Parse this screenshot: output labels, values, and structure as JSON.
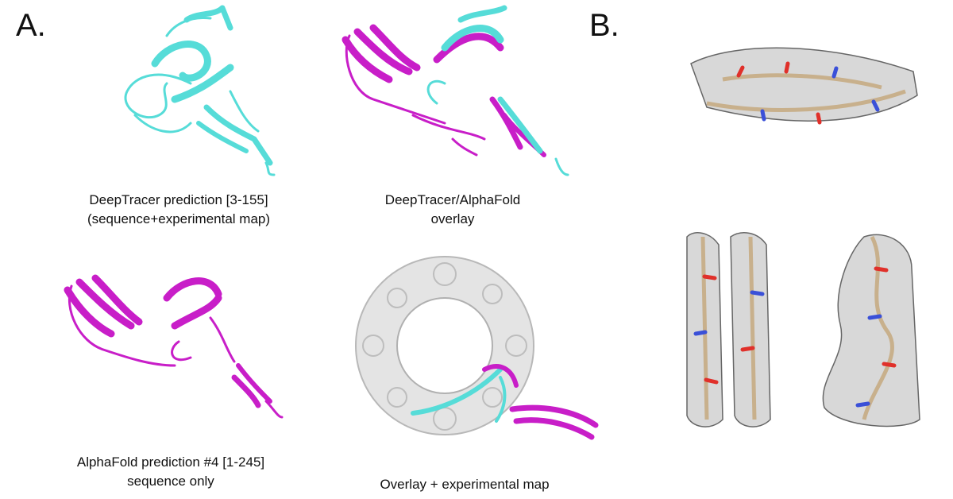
{
  "panel_a": {
    "label": "A.",
    "captions": {
      "deeptracer": [
        "DeepTracer prediction [3-155]",
        "(sequence+experimental map)"
      ],
      "overlay": [
        "DeepTracer/AlphaFold",
        "overlay"
      ],
      "alphafold": [
        "AlphaFold prediction #4 [1-245]",
        "sequence only"
      ],
      "overlay_map": [
        "Overlay + experimental map"
      ]
    }
  },
  "panel_b": {
    "label": "B."
  },
  "colors": {
    "deeptracer": "#56dcd8",
    "alphafold": "#c81ec8",
    "density": "#c8c8c8",
    "stick_carbon": "#c8b08c",
    "oxygen": "#e0302a",
    "nitrogen": "#3a50d8"
  }
}
